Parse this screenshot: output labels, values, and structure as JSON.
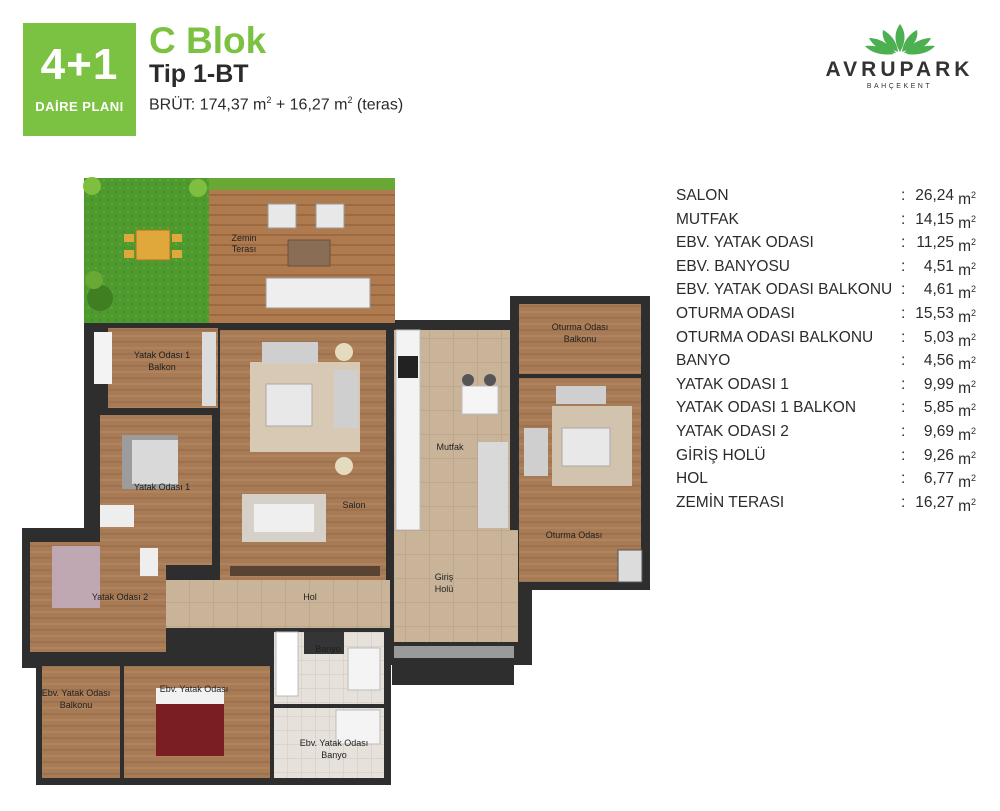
{
  "header": {
    "rooms": "4+1",
    "plan_label": "DAİRE PLANI",
    "block": "C Blok",
    "type": "Tip 1-BT",
    "area_prefix": "BRÜT: 174,37 m",
    "area_mid": " + 16,27 m",
    "area_suffix": " (teras)",
    "sq": "2"
  },
  "logo": {
    "name": "AVRUPARK",
    "sub": "BAHÇEKENT",
    "color": "#4caf50"
  },
  "colors": {
    "accent": "#7cc242",
    "text": "#2b2b2b"
  },
  "areas": [
    {
      "room": "SALON",
      "value": "26,24"
    },
    {
      "room": "MUTFAK",
      "value": "14,15"
    },
    {
      "room": "EBV. YATAK ODASI",
      "value": "11,25"
    },
    {
      "room": "EBV. BANYOSU",
      "value": "4,51"
    },
    {
      "room": "EBV. YATAK ODASI BALKONU",
      "value": "4,61"
    },
    {
      "room": "OTURMA ODASI",
      "value": "15,53"
    },
    {
      "room": "OTURMA ODASI BALKONU",
      "value": "5,03"
    },
    {
      "room": "BANYO",
      "value": "4,56"
    },
    {
      "room": "YATAK ODASI 1",
      "value": "9,99"
    },
    {
      "room": "YATAK ODASI 1 BALKON",
      "value": "5,85"
    },
    {
      "room": "YATAK ODASI 2",
      "value": "9,69"
    },
    {
      "room": "GİRİŞ HOLÜ",
      "value": "9,26"
    },
    {
      "room": "HOL",
      "value": "6,77"
    },
    {
      "room": "ZEMİN TERASI",
      "value": "16,27"
    }
  ],
  "area_unit": "m",
  "area_colon": ":",
  "plan_labels": {
    "zemin_1": "Zemin",
    "zemin_2": "Terası",
    "yatak1_balkon_1": "Yatak Odası 1",
    "yatak1_balkon_2": "Balkon",
    "yatak1": "Yatak Odası 1",
    "salon": "Salon",
    "mutfak": "Mutfak",
    "oturma_balkon_1": "Oturma Odası",
    "oturma_balkon_2": "Balkonu",
    "oturma": "Oturma Odası",
    "yatak2": "Yatak Odası 2",
    "hol": "Hol",
    "giris_1": "Giriş",
    "giris_2": "Holü",
    "banyo": "Banyo",
    "ebv_balkon_1": "Ebv. Yatak Odası",
    "ebv_balkon_2": "Balkonu",
    "ebv_yatak": "Ebv. Yatak Odası",
    "ebv_banyo_1": "Ebv. Yatak Odası",
    "ebv_banyo_2": "Banyo"
  }
}
